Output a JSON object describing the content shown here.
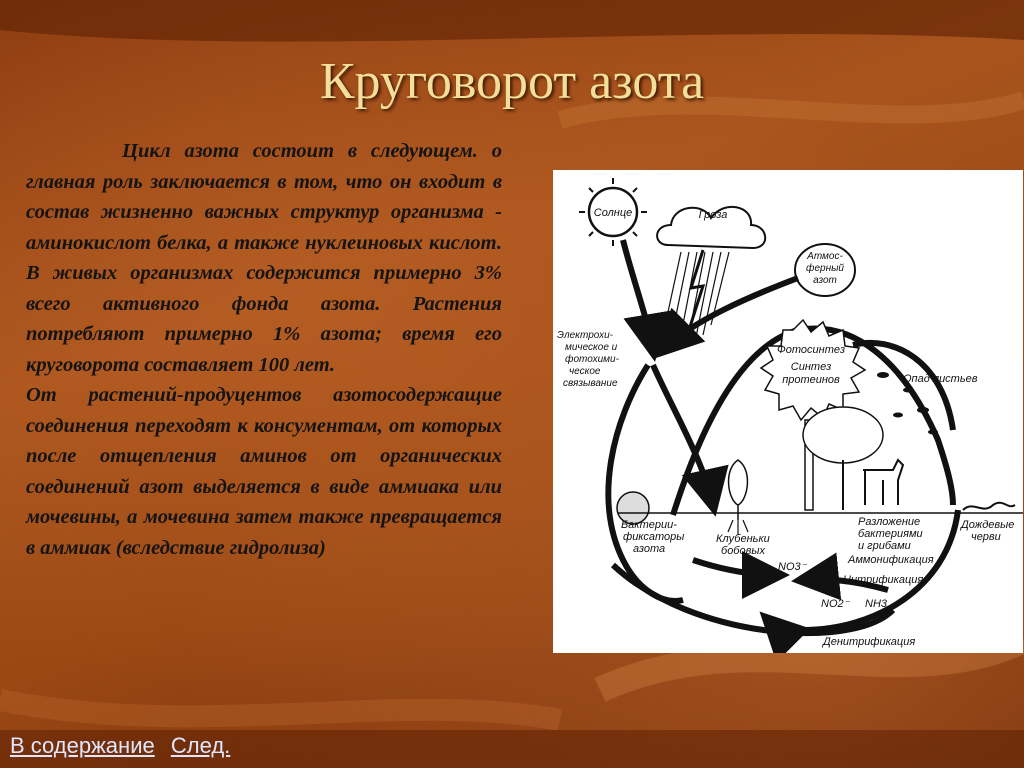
{
  "title": "Круговорот азота",
  "paragraphs": [
    "Цикл азота состоит в следующем. о главная роль заключается в том, что он входит в состав жизненно важных структур организма - аминокислот белка, а также нуклеиновых кислот. В живых организмах содержится примерно 3% всего активного фонда азота. Растения потребляют примерно 1% азота; время его круговорота составляет 100 лет.",
    "От растений-продуцентов азотосодержащие соединения переходят к консументам, от которых после отщепления аминов от органических соединений азот выделяется в виде аммиака или мочевины, а мочевина затем также превращается в аммиак (вследствие гидролиза)"
  ],
  "diagram": {
    "sun": "Солнце",
    "storm": "Гроза",
    "atm1": "Атмос-",
    "atm2": "ферный",
    "atm3": "азот",
    "electro1": "Электрохи-",
    "electro2": "мическое и",
    "electro3": "фотохими-",
    "electro4": "ческое",
    "electro5": "связывание",
    "photo": "Фотосинтез",
    "synth1": "Синтез",
    "synth2": "протеинов",
    "leaf": "Опад листьев",
    "bact1": "Бактерии-",
    "bact2": "фиксаторы",
    "bact3": "азота",
    "nod1": "Клубеньки",
    "nod2": "бобовых",
    "decomp1": "Разложение",
    "decomp2": "бактериями",
    "decomp3": "и грибами",
    "worm1": "Дождевые",
    "worm2": "черви",
    "no3": "NO3⁻",
    "ammon": "Аммонификация",
    "nitrif": "Нитрификация",
    "no2": "NO2⁻",
    "nh3": "NH3",
    "denit": "Денитрификация"
  },
  "nav": {
    "contents": "В содержание",
    "next": "След."
  }
}
